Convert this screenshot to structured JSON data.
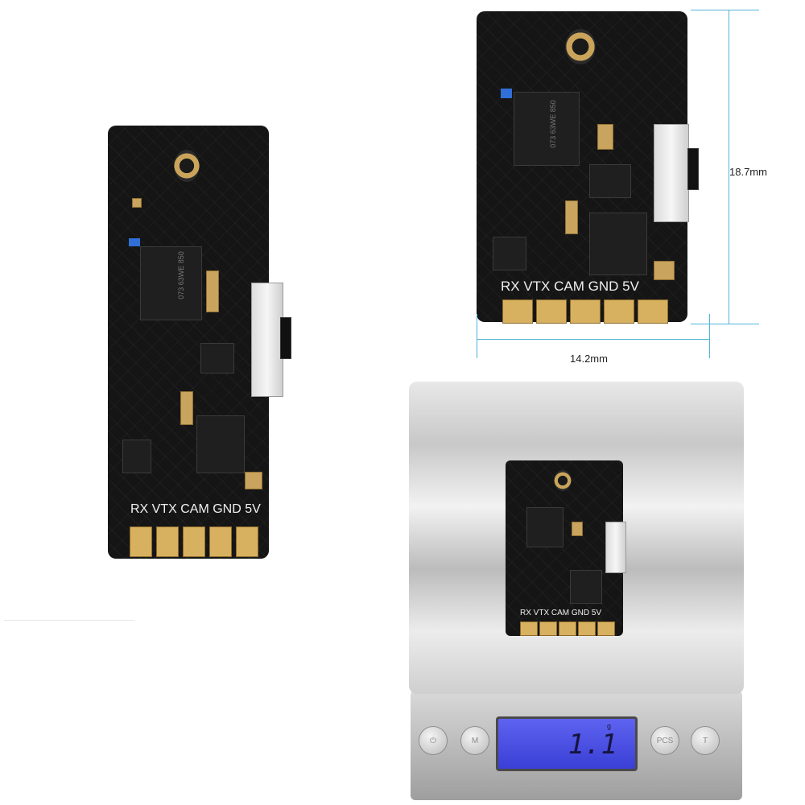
{
  "boards": {
    "left": {
      "pins_label": "RX VTX CAM GND 5V",
      "chip_marking": "073 63WE 850"
    },
    "right": {
      "pins_label": "RX VTX CAM GND 5V",
      "chip_marking": "073 63WE 850"
    },
    "scale_board": {
      "pins_label": "RX VTX CAM GND 5V"
    }
  },
  "dimensions": {
    "height": "18.7mm",
    "width": "14.2mm"
  },
  "scale": {
    "display_value": "1.1",
    "unit": "g",
    "buttons": [
      "",
      "M",
      "PCS",
      "T"
    ]
  },
  "colors": {
    "pcb": "#151515",
    "gold": "#d8b160",
    "dimension_line": "#4fb3d9",
    "lcd": "#4a50e6"
  }
}
